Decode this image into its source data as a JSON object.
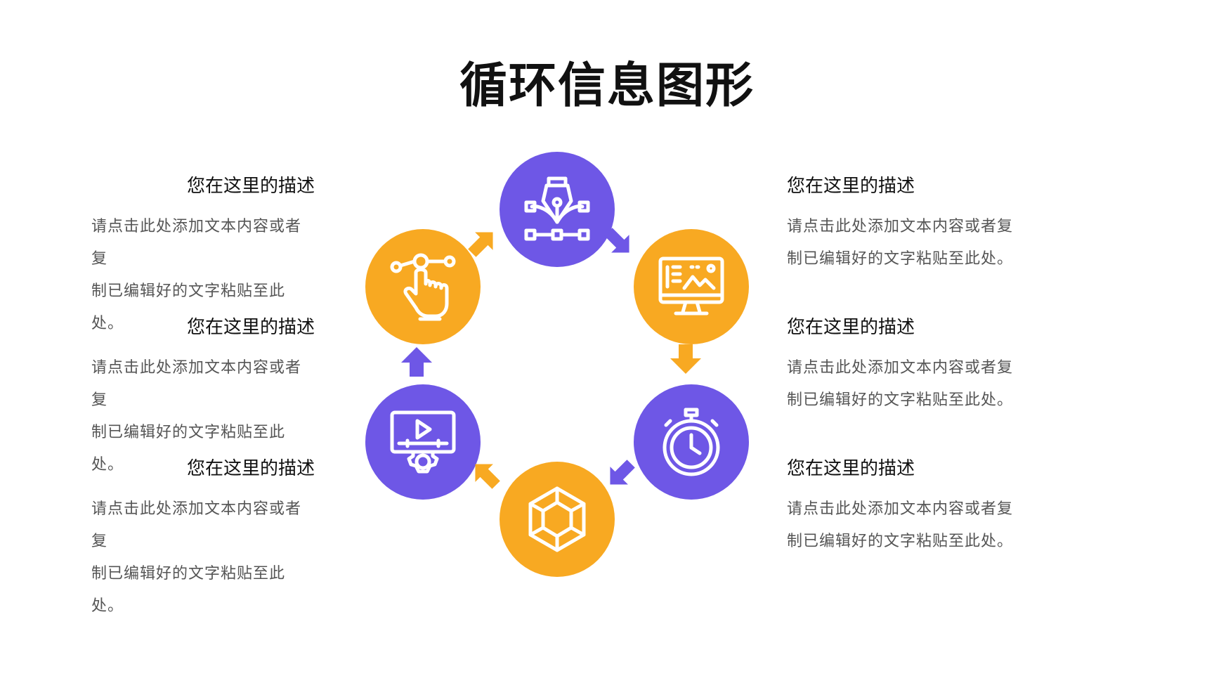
{
  "title": "循环信息图形",
  "colors": {
    "purple": "#6E57E6",
    "orange": "#F8A922",
    "text_dark": "#111111",
    "text_gray": "#555555"
  },
  "descriptions": {
    "left": [
      {
        "heading": "您在这里的描述",
        "line1": "请点击此处添加文本内容或者复",
        "line2": "制已编辑好的文字粘贴至此处。"
      },
      {
        "heading": "您在这里的描述",
        "line1": "请点击此处添加文本内容或者复",
        "line2": "制已编辑好的文字粘贴至此处。"
      },
      {
        "heading": "您在这里的描述",
        "line1": "请点击此处添加文本内容或者复",
        "line2": "制已编辑好的文字粘贴至此处。"
      }
    ],
    "right": [
      {
        "heading": "您在这里的描述",
        "line1": "请点击此处添加文本内容或者复",
        "line2": "制已编辑好的文字粘贴至此处。"
      },
      {
        "heading": "您在这里的描述",
        "line1": "请点击此处添加文本内容或者复",
        "line2": "制已编辑好的文字粘贴至此处。"
      },
      {
        "heading": "您在这里的描述",
        "line1": "请点击此处添加文本内容或者复",
        "line2": "制已编辑好的文字粘贴至此处。"
      }
    ]
  },
  "cycle": {
    "nodes": [
      {
        "icon": "pen-tool-icon",
        "color": "purple"
      },
      {
        "icon": "monitor-chart-icon",
        "color": "orange"
      },
      {
        "icon": "stopwatch-icon",
        "color": "purple"
      },
      {
        "icon": "cube-icon",
        "color": "orange"
      },
      {
        "icon": "video-settings-icon",
        "color": "purple"
      },
      {
        "icon": "touch-gesture-icon",
        "color": "orange"
      }
    ],
    "arrows": [
      {
        "icon": "arrow-down-right-icon",
        "color": "purple"
      },
      {
        "icon": "arrow-down-icon",
        "color": "orange"
      },
      {
        "icon": "arrow-down-left-icon",
        "color": "purple"
      },
      {
        "icon": "arrow-left-up-icon",
        "color": "orange"
      },
      {
        "icon": "arrow-up-icon",
        "color": "purple"
      },
      {
        "icon": "arrow-up-right-icon",
        "color": "orange"
      }
    ]
  }
}
